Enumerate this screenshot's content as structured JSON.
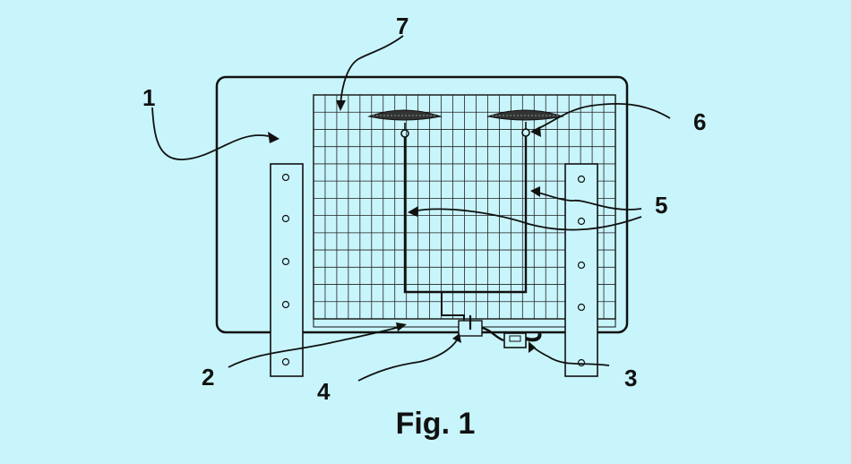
{
  "figure": {
    "caption": "Fig. 1",
    "labels": [
      {
        "id": "1",
        "text": "1"
      },
      {
        "id": "2",
        "text": "2"
      },
      {
        "id": "3",
        "text": "3"
      },
      {
        "id": "4",
        "text": "4"
      },
      {
        "id": "5",
        "text": "5"
      },
      {
        "id": "6",
        "text": "6"
      },
      {
        "id": "7",
        "text": "7"
      }
    ]
  },
  "colors": {
    "background": "#c8f5fb",
    "ink": "#111111"
  }
}
